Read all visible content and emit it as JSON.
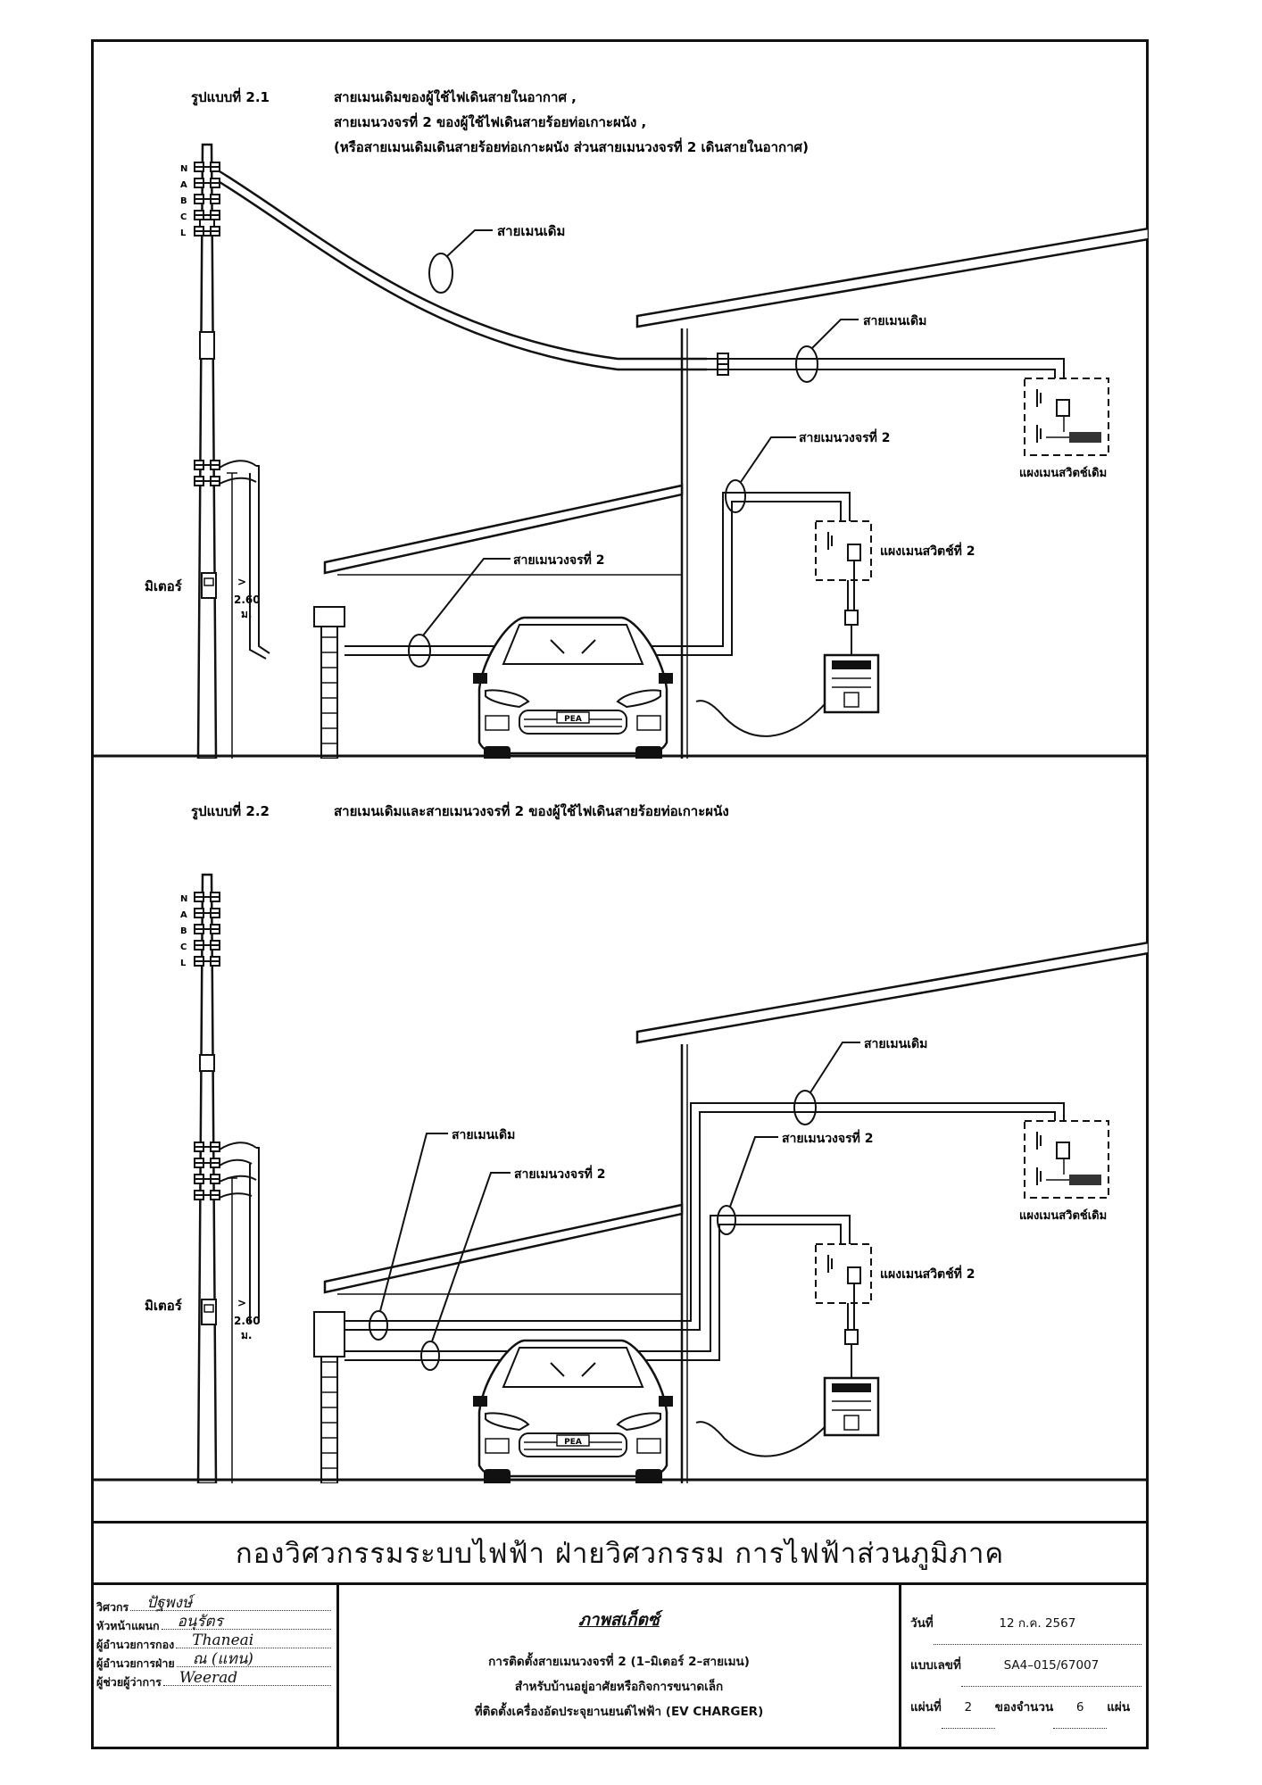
{
  "panel1": {
    "title_prefix": "รูปแบบที่ 2.1",
    "title_line1": "สายเมนเดิมของผู้ใช้ไฟเดินสายในอากาศ ,",
    "title_line2": "สายเมนวงจรที่ 2  ของผู้ใช้ไฟเดินสายร้อยท่อเกาะผนัง ,",
    "title_line3": "(หรือสายเมนเดิมเดินสายร้อยท่อเกาะผนัง ส่วนสายเมนวงจรที่ 2  เดินสายในอากาศ)",
    "labels": {
      "existing_main_overhead": "สายเมนเดิม",
      "existing_main_wall": "สายเมนเดิม",
      "circuit2_main_upper": "สายเมนวงจรที่ 2",
      "circuit2_main_lower": "สายเมนวงจรที่ 2",
      "existing_panel": "แผงเมนสวิตช์เดิม",
      "circuit2_panel": "แผงเมนสวิตช์ที่ 2",
      "meter": "มิเตอร์",
      "height_value": "2.60",
      "height_unit": "ม."
    }
  },
  "panel2": {
    "title_prefix": "รูปแบบที่ 2.2",
    "title_line1": "สายเมนเดิมและสายเมนวงจรที่ 2  ของผู้ใช้ไฟเดินสายร้อยท่อเกาะผนัง",
    "labels": {
      "existing_main_wall": "สายเมนเดิม",
      "existing_main_left": "สายเมนเดิม",
      "circuit2_main_upper": "สายเมนวงจรที่ 2",
      "circuit2_main_left": "สายเมนวงจรที่ 2",
      "existing_panel": "แผงเมนสวิตช์เดิม",
      "circuit2_panel": "แผงเมนสวิตช์ที่ 2",
      "meter": "มิเตอร์",
      "height_value": "2.60",
      "height_unit": "ม."
    }
  },
  "pole_phase_letters": [
    "N",
    "A",
    "B",
    "C",
    "L"
  ],
  "car_plate": "PEA",
  "charger_label": "EV CHARGER",
  "department_title": "กองวิศวกรรมระบบไฟฟ้า    ฝ่ายวิศวกรรม    การไฟฟ้าส่วนภูมิภาค",
  "signatures": [
    {
      "role": "วิศวกร",
      "name": "ปัฐพงษ์"
    },
    {
      "role": "หัวหน้าแผนก",
      "name": "อนุรัตร"
    },
    {
      "role": "ผู้อำนวยการกอง",
      "name": "Thaneai"
    },
    {
      "role": "ผู้อำนวยการฝ่าย",
      "name": "ณ (แทน)"
    },
    {
      "role": "ผู้ช่วยผู้ว่าการ",
      "name": "Weerad"
    }
  ],
  "drawing": {
    "heading": "ภาพสเก็ตซ์",
    "line1": "การติดตั้งสายเมนวงจรที่ 2 (1–มิเตอร์ 2–สายเมน)",
    "line2": "สำหรับบ้านอยู่อาศัยหรือกิจการขนาดเล็ก",
    "line3": "ที่ติดตั้งเครื่องอัดประจุยานยนต์ไฟฟ้า (EV CHARGER)"
  },
  "info": {
    "date_label": "วันที่",
    "date_value": "12 ก.ค. 2567",
    "drawing_no_label": "แบบเลขที่",
    "drawing_no_value": "SA4–015/67007",
    "sheet_label": "แผ่นที่",
    "sheet_value": "2",
    "of_label": "ของจำนวน",
    "total_value": "6",
    "sheets_label": "แผ่น"
  }
}
